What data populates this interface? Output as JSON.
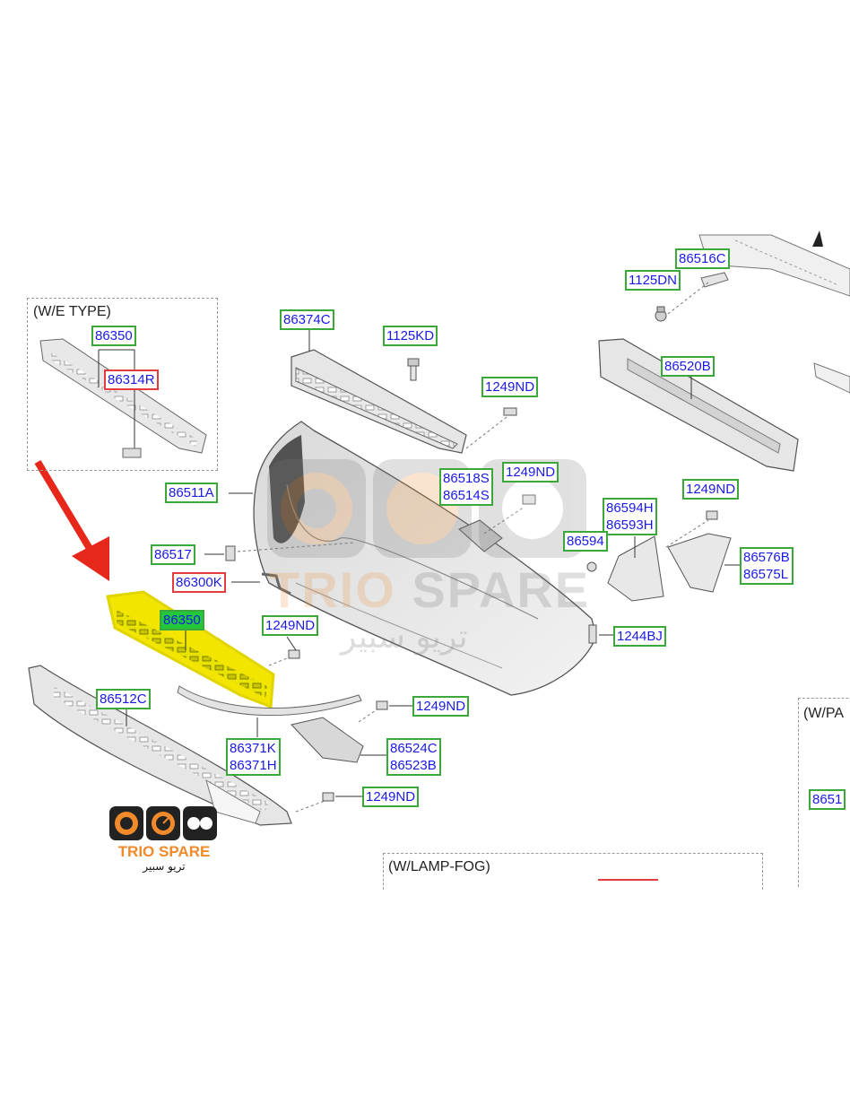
{
  "labels": {
    "p86516c": "86516C",
    "p1125dn": "1125DN",
    "p86374c": "86374C",
    "p1125kd": "1125KD",
    "p86520b": "86520B",
    "p86350_inset": "86350",
    "p86314r": "86314R",
    "p1249nd_a": "1249ND",
    "p86518s": "86518S",
    "p86514s": "86514S",
    "p1249nd_b": "1249ND",
    "p86511a": "86511A",
    "p86594h": "86594H",
    "p86593h": "86593H",
    "p1249nd_c": "1249ND",
    "p86594": "86594",
    "p86576b": "86576B",
    "p86575l": "86575L",
    "p86517": "86517",
    "p86300k": "86300K",
    "p86350": "86350",
    "p1249nd_d": "1249ND",
    "p1244bj": "1244BJ",
    "p86512c": "86512C",
    "p1249nd_e": "1249ND",
    "p86371k": "86371K",
    "p86371h": "86371H",
    "p86524c": "86524C",
    "p86523b": "86523B",
    "p1249nd_f": "1249ND",
    "p8651x": "8651"
  },
  "notes": {
    "we_type": "(W/E TYPE)",
    "lamp_fog": "(W/LAMP-FOG)",
    "w_pa": "(W/PA"
  },
  "watermark": {
    "latin_trio": "TRIO",
    "latin_spare": "SPARE",
    "arabic": "تريو سبير"
  },
  "logo": {
    "title": "TRIO SPARE",
    "arabic": "تريو سبير"
  },
  "colors": {
    "label_border": "#3aa83a",
    "label_border_alert": "#e23c3c",
    "label_text": "#1a1ae6",
    "highlight_fill": "#f2e600",
    "highlight_label": "#22c83a",
    "arrow": "#e8271b",
    "brand_orange": "#f08a2a"
  }
}
